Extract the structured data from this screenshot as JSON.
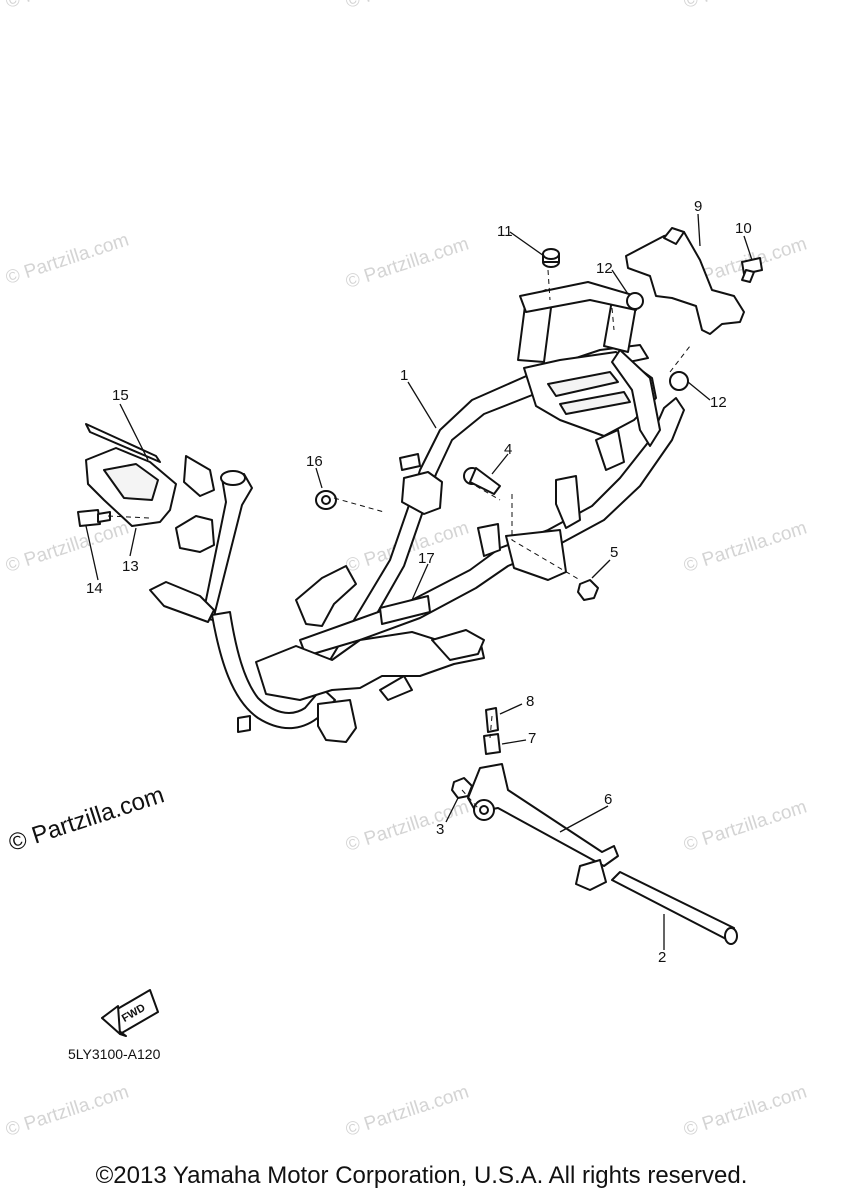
{
  "watermark": {
    "text": "© Partzilla.com"
  },
  "callouts": [
    {
      "id": "callout-1",
      "label": "1"
    },
    {
      "id": "callout-2",
      "label": "2"
    },
    {
      "id": "callout-3",
      "label": "3"
    },
    {
      "id": "callout-4",
      "label": "4"
    },
    {
      "id": "callout-5",
      "label": "5"
    },
    {
      "id": "callout-6",
      "label": "6"
    },
    {
      "id": "callout-7",
      "label": "7"
    },
    {
      "id": "callout-8",
      "label": "8"
    },
    {
      "id": "callout-9",
      "label": "9"
    },
    {
      "id": "callout-10",
      "label": "10"
    },
    {
      "id": "callout-11",
      "label": "11"
    },
    {
      "id": "callout-12a",
      "label": "12"
    },
    {
      "id": "callout-12b",
      "label": "12"
    },
    {
      "id": "callout-13",
      "label": "13"
    },
    {
      "id": "callout-14",
      "label": "14"
    },
    {
      "id": "callout-15",
      "label": "15"
    },
    {
      "id": "callout-16",
      "label": "16"
    },
    {
      "id": "callout-17",
      "label": "17"
    }
  ],
  "fwd_label": "FWD",
  "diagram_code": "5LY3100-A120",
  "copyright": "©2013 Yamaha Motor Corporation, U.S.A. All rights reserved."
}
